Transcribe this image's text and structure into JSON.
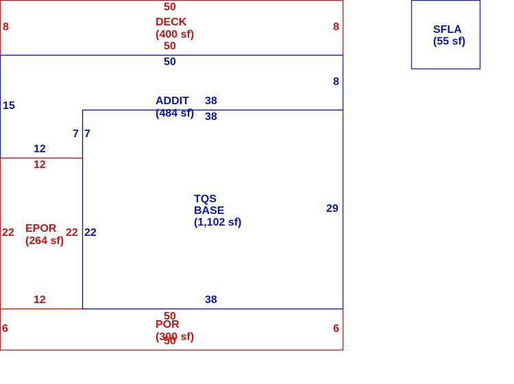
{
  "colors": {
    "red": "#d01010",
    "blue": "#0a14b4",
    "background": "#ffffff"
  },
  "areas": {
    "deck": {
      "name": "DECK",
      "area": "(400 sf)",
      "color": "red"
    },
    "addit": {
      "name": "ADDIT",
      "area": "(484 sf)",
      "color": "blue"
    },
    "base": {
      "name_line1": "TQS",
      "name_line2": "BASE",
      "area": "(1,102 sf)",
      "color": "blue"
    },
    "epor": {
      "name": "EPOR",
      "area": "(264 sf)",
      "color": "red"
    },
    "por": {
      "name": "POR",
      "area": "(300 sf)",
      "color": "red"
    },
    "sfla": {
      "name": "SFLA",
      "area": "(55 sf)",
      "color": "blue"
    }
  },
  "dimensions": {
    "deck_top": "50",
    "deck_left": "8",
    "deck_right": "8",
    "deck_bottom": "50",
    "addit_top": "50",
    "addit_right": "8",
    "addit_left": "15",
    "addit_38a": "38",
    "addit_38b": "38",
    "addit_7a": "7",
    "addit_7b": "7",
    "addit_12": "12",
    "base_right": "29",
    "base_left": "22",
    "base_bottom": "38",
    "epor_top": "12",
    "epor_left": "22",
    "epor_right": "22",
    "epor_bottom": "12",
    "por_top": "50",
    "por_bottom": "50",
    "por_left": "6",
    "por_right": "6"
  }
}
